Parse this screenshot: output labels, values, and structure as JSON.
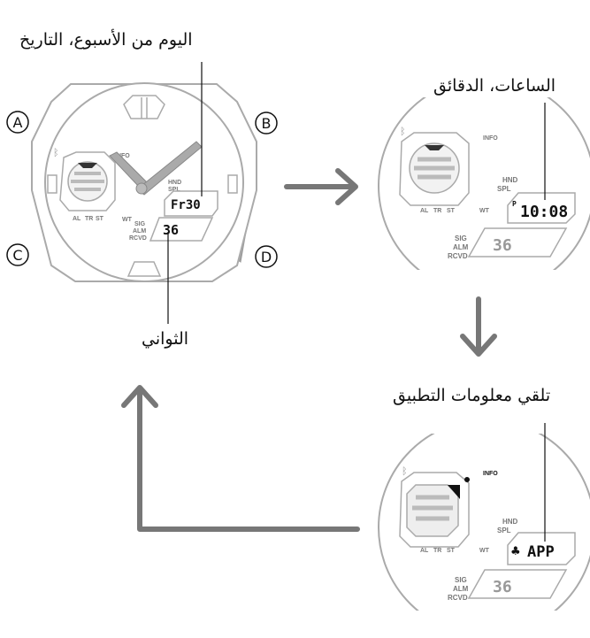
{
  "labels": {
    "day_date": "اليوم من الأسبوع، التاريخ",
    "seconds": "الثواني",
    "hours_minutes": "الساعات، الدقائق",
    "app_receive": "تلقي معلومات التطبيق"
  },
  "buttons": {
    "a": "A",
    "b": "B",
    "c": "C",
    "d": "D"
  },
  "watch_text": {
    "info": "INFO",
    "hnd": "HND",
    "spl": "SPL",
    "sig": "SIG",
    "alm": "ALM",
    "rcvd": "RCVD",
    "al": "AL",
    "tr": "TR",
    "st": "ST",
    "wt": "WT",
    "pm": "P"
  },
  "displays": {
    "watch1_top": "Fr30",
    "watch1_bottom": "36",
    "watch2_top": "10:08",
    "watch2_bottom": "36",
    "watch3_top": "APP",
    "watch3_bottom": "36"
  },
  "colors": {
    "outline": "#a8a8a8",
    "button": "#a0a0a0",
    "arrow": "#777777",
    "ink": "#111111"
  }
}
